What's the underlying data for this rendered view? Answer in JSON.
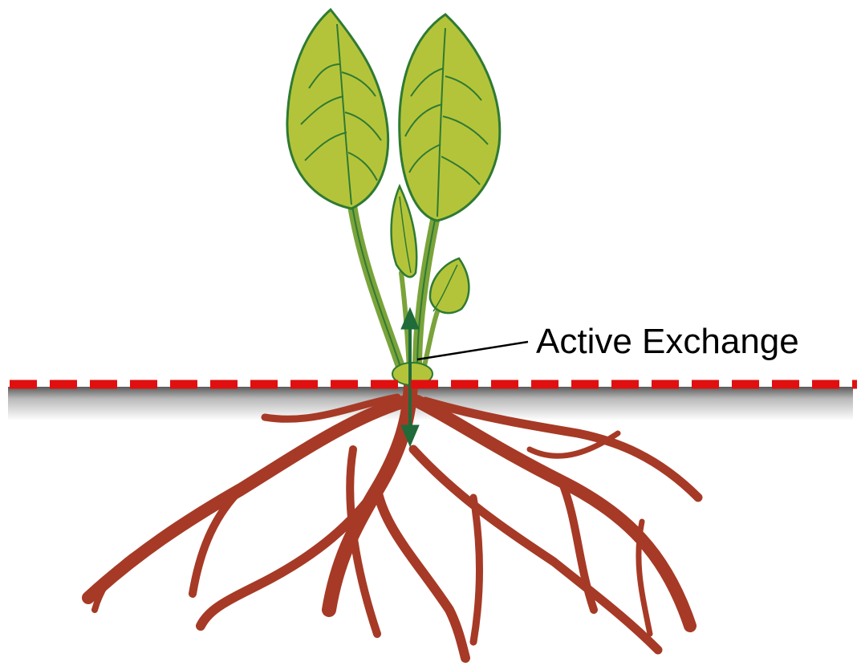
{
  "diagram": {
    "label": "Active Exchange",
    "colors": {
      "leaf_fill": "#b4c43a",
      "leaf_outline": "#2f7a33",
      "stem": "#7aa33a",
      "root": "#a63a26",
      "arrow": "#1f6b3a",
      "soil_line": "#e01010",
      "label_line": "#000000"
    },
    "icons": [
      "plant-illustration",
      "bidirectional-arrow",
      "dashed-soil-line"
    ]
  }
}
